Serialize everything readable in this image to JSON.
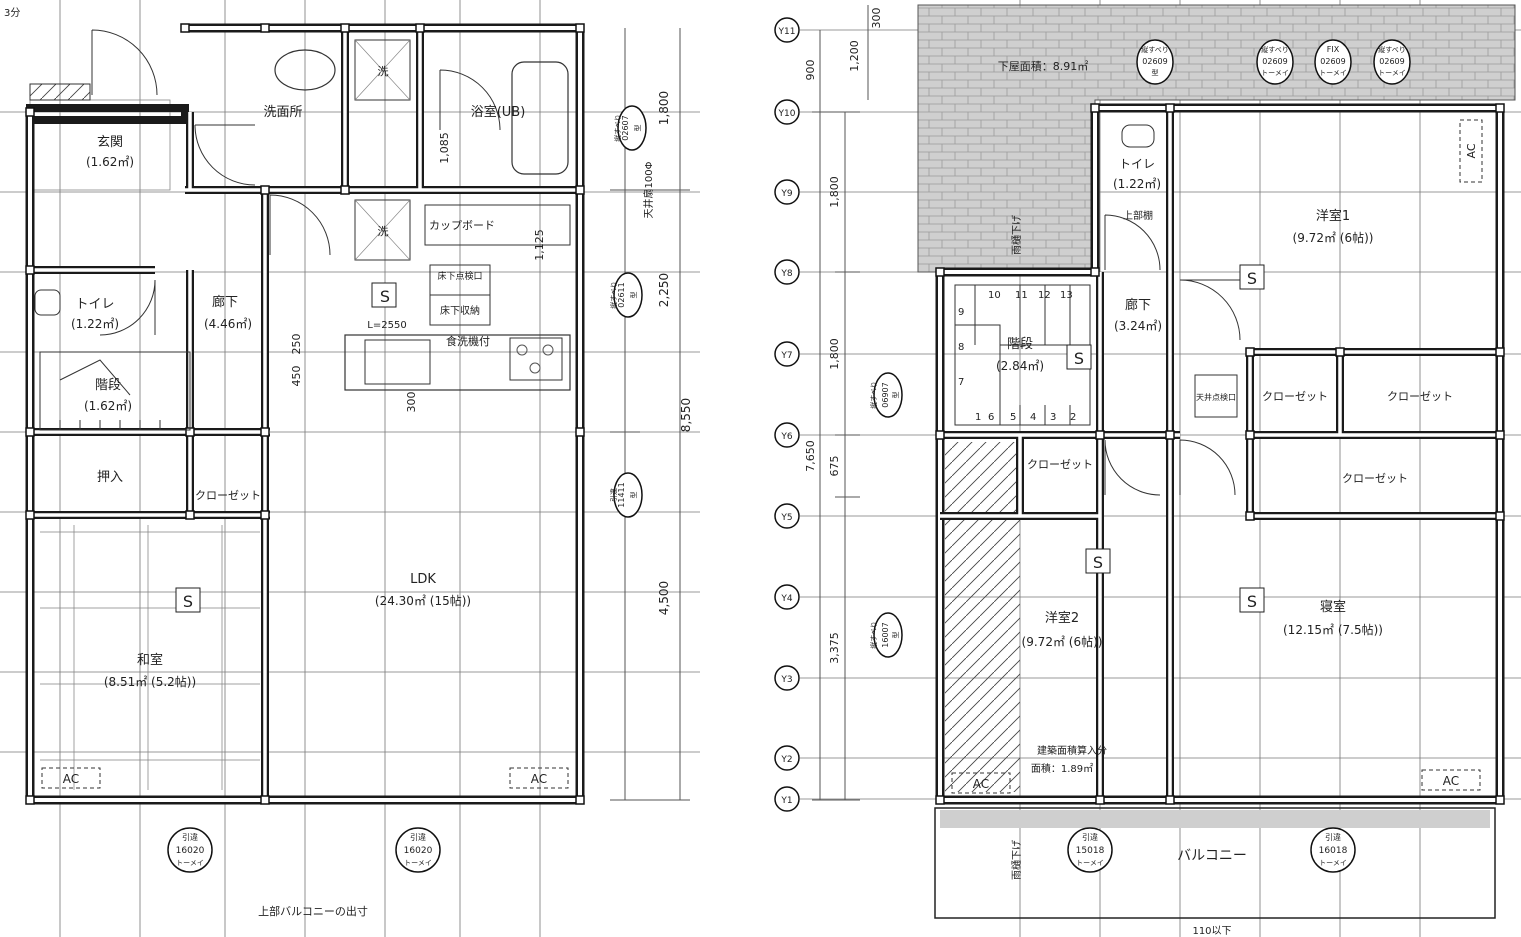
{
  "floor1": {
    "rooms": {
      "genkan": "玄関",
      "genkan_area": "(1.62㎡)",
      "senmenjo": "洗面所",
      "yokushitsu": "浴室(UB)",
      "toilet": "トイレ",
      "toilet_area": "(1.22㎡)",
      "rouka": "廊下",
      "rouka_area": "(4.46㎡)",
      "kaidan": "階段",
      "kaidan_area": "(1.62㎡)",
      "oshiire": "押入",
      "closet": "クローゼット",
      "washitsu": "和室",
      "washitsu_area": "(8.51㎡ (5.2帖))",
      "ldk": "LDK",
      "ldk_area": "(24.30㎡ (15帖))"
    },
    "fixtures": {
      "cupboard": "カップボード",
      "underfloor_inspect": "床下点検口",
      "underfloor_storage": "床下収納",
      "dishwasher": "食洗機付",
      "kitchen_len": "L=2550",
      "ceiling_fan": "天井扇100Φ",
      "ac": "AC",
      "s_mark": "S",
      "balcony_note": "上部バルコニーの出寸",
      "wash_mark": "洗",
      "half_label": "3分"
    },
    "dims": {
      "d1800": "1,800",
      "d2250": "2,250",
      "d8550": "8,550",
      "d4500": "4,500",
      "d1085": "1,085",
      "d1125": "1,125",
      "d250": "250",
      "d450": "450",
      "d300": "300"
    },
    "windows": {
      "w02607": [
        "縦すべり",
        "02607",
        "型"
      ],
      "w02611": [
        "縦すべり",
        "02611",
        "型"
      ],
      "w11411": [
        "引違",
        "11411",
        "型"
      ],
      "w16020a": [
        "引違",
        "16020",
        "トーメイ"
      ],
      "w16020b": [
        "引違",
        "16020",
        "トーメイ"
      ]
    }
  },
  "floor2": {
    "rooms": {
      "toilet": "トイレ",
      "toilet_area": "(1.22㎡)",
      "yoshitsu1": "洋室1",
      "yoshitsu1_area": "(9.72㎡ (6帖))",
      "rouka": "廊下",
      "rouka_area": "(3.24㎡)",
      "kaidan": "階段",
      "kaidan_area": "(2.84㎡)",
      "closet_a": "クローゼット",
      "closet_b": "クローゼット",
      "closet_c": "クローゼット",
      "closet_d": "クローゼット",
      "yoshitsu2": "洋室2",
      "yoshitsu2_area": "(9.72㎡ (6帖))",
      "shinshitsu": "寝室",
      "shinshitsu_area": "(12.15㎡ (7.5帖))",
      "balcony": "バルコニー"
    },
    "fixtures": {
      "lower_roof": "下屋面積：8.91㎡",
      "ceiling_inspect": "天井点検口",
      "upper_cabinet": "上部棚",
      "downspout": "雨樋下げ",
      "building_area": "建築面積算入分",
      "area_value": "面積：1.89㎡",
      "below_110": "110以下",
      "ac": "AC",
      "s_mark": "S"
    },
    "grid_labels": [
      "Y11",
      "Y10",
      "Y9",
      "Y8",
      "Y7",
      "Y6",
      "Y5",
      "Y4",
      "Y3",
      "Y2",
      "Y1"
    ],
    "dims": {
      "d300": "300",
      "d1200": "1,200",
      "d900": "900",
      "d1800a": "1,800",
      "d1800b": "1,800",
      "d7650": "7,650",
      "d675": "675",
      "d3375": "3,375"
    },
    "stair_steps": [
      "10",
      "11",
      "12",
      "13",
      "9",
      "8",
      "7",
      "6",
      "5",
      "4",
      "3",
      "2",
      "1"
    ],
    "windows": {
      "w02609a": [
        "縦すべり",
        "02609",
        "型"
      ],
      "w02609b": [
        "縦すべり",
        "02609",
        "トーメイ"
      ],
      "wfix": [
        "FIX",
        "02609",
        "トーメイ"
      ],
      "w02609c": [
        "縦すべり",
        "02609",
        "トーメイ"
      ],
      "w06907": [
        "縦すべり",
        "06907",
        "型"
      ],
      "w16007": [
        "縦すべり",
        "16007",
        "型"
      ],
      "w15018": [
        "引違",
        "15018",
        "トーメイ"
      ],
      "w16018": [
        "引違",
        "16018",
        "トーメイ"
      ]
    }
  }
}
